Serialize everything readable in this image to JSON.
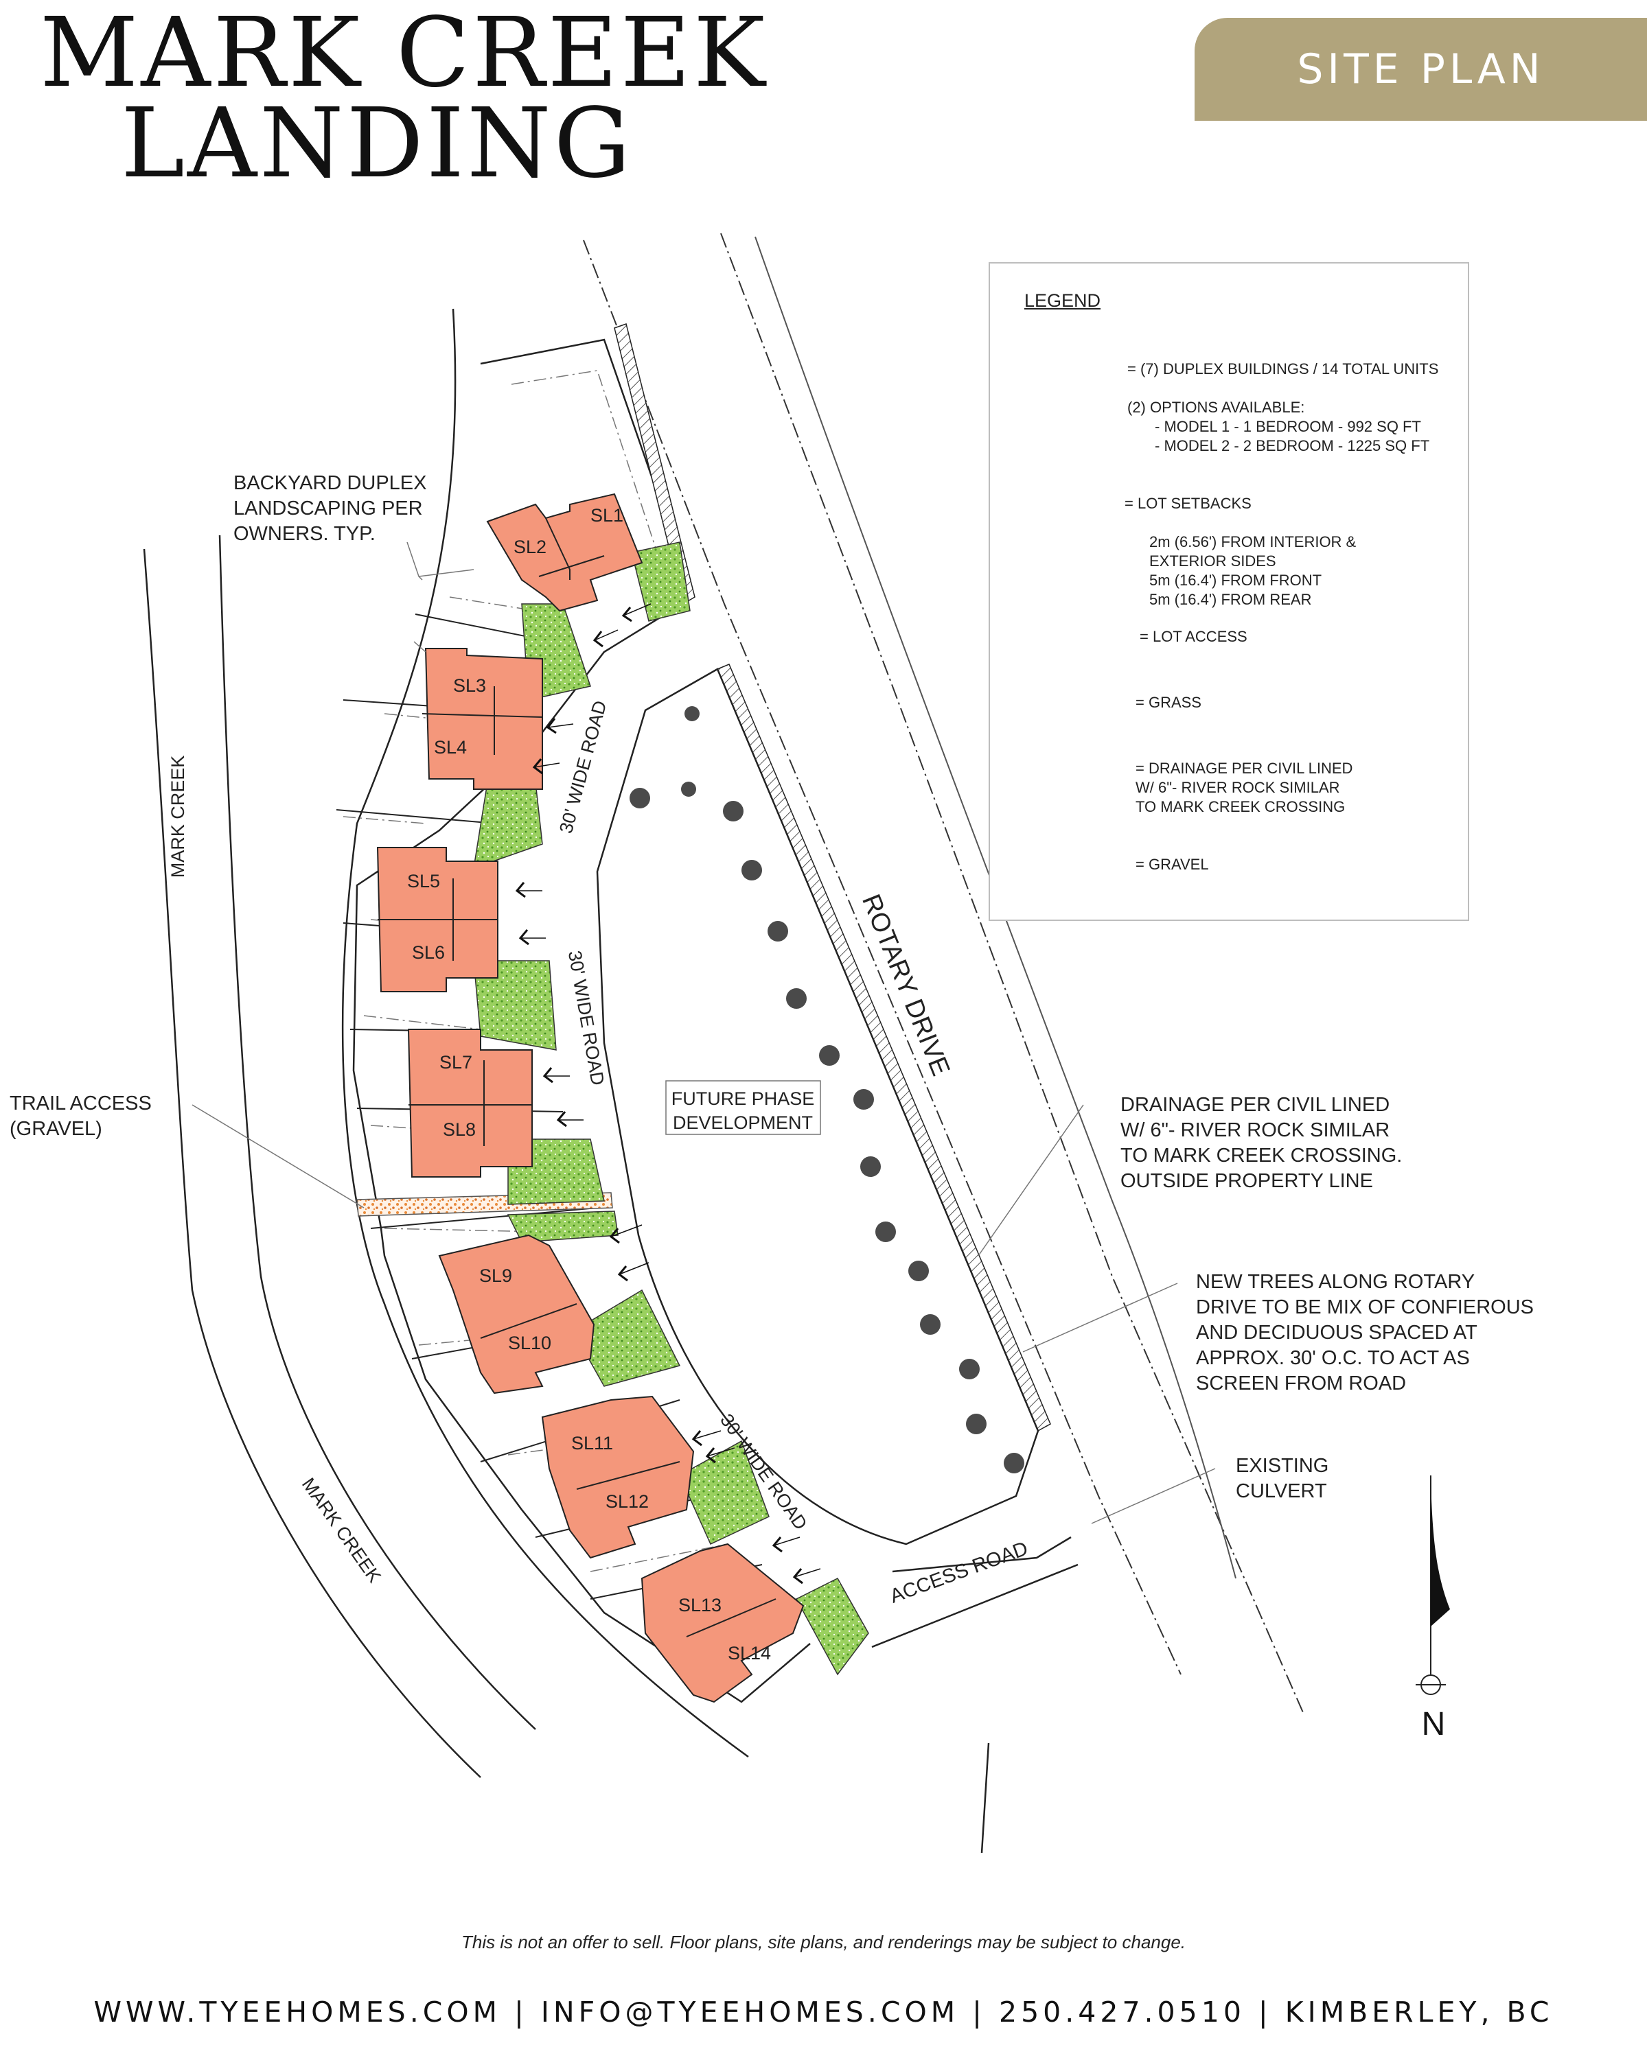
{
  "header": {
    "title_line1": "MARK CREEK",
    "title_line2": "LANDING",
    "badge": "SITE PLAN"
  },
  "map": {
    "creek_labels": [
      "MARK CREEK",
      "MARK CREEK"
    ],
    "road_labels": [
      "30' WIDE ROAD",
      "30' WIDE ROAD",
      "30' WIDE ROAD"
    ],
    "rotary_drive": "ROTARY DRIVE",
    "access_road": "ACCESS ROAD",
    "future_phase": [
      "FUTURE PHASE",
      "DEVELOPMENT"
    ],
    "lots": [
      "SL1",
      "SL2",
      "SL3",
      "SL4",
      "SL5",
      "SL6",
      "SL7",
      "SL8",
      "SL9",
      "SL10",
      "SL11",
      "SL12",
      "SL13",
      "SL14"
    ],
    "north": "N"
  },
  "annotations": {
    "backyard": [
      "BACKYARD DUPLEX",
      "LANDSCAPING PER",
      "OWNERS. TYP."
    ],
    "trail": [
      "TRAIL ACCESS",
      "(GRAVEL)"
    ],
    "drainage": [
      "DRAINAGE PER CIVIL LINED",
      "W/ 6\"- RIVER ROCK SIMILAR",
      "TO MARK CREEK CROSSING.",
      "OUTSIDE PROPERTY LINE"
    ],
    "trees": [
      "NEW TREES ALONG ROTARY",
      "DRIVE TO BE MIX OF CONFIEROUS",
      "AND DECIDUOUS SPACED AT",
      "APPROX. 30' O.C. TO ACT AS",
      "SCREEN FROM ROAD"
    ],
    "culvert": [
      "EXISTING",
      "CULVERT"
    ]
  },
  "legend": {
    "title": "LEGEND",
    "duplex": "= (7) DUPLEX BUILDINGS / 14 TOTAL UNITS",
    "options": "(2) OPTIONS AVAILABLE:",
    "model1": "- MODEL 1 - 1 BEDROOM - 992 SQ FT",
    "model2": "- MODEL 2 - 2 BEDROOM - 1225 SQ FT",
    "setbacks": "= LOT SETBACKS",
    "setback_lines": [
      "2m (6.56') FROM INTERIOR &",
      "EXTERIOR SIDES",
      "5m (16.4') FROM FRONT",
      "5m (16.4') FROM REAR"
    ],
    "lot_access": "= LOT ACCESS",
    "grass": "= GRASS",
    "drainage": [
      "= DRAINAGE PER CIVIL LINED",
      "W/ 6\"- RIVER ROCK SIMILAR",
      "TO MARK CREEK CROSSING"
    ],
    "gravel": "= GRAVEL"
  },
  "disclaimer": "This is not an offer to sell. Floor plans, site plans, and renderings may be subject to change.",
  "footer": "WWW.TYEEHOMES.COM | INFO@TYEEHOMES.COM | 250.427.0510 | KIMBERLEY, BC",
  "colors": {
    "building": "#f4977b",
    "grass": "#7fc24a",
    "gravel": "#e98b3a",
    "badge": "#b1a47c",
    "tree": "#4a4a4a"
  }
}
